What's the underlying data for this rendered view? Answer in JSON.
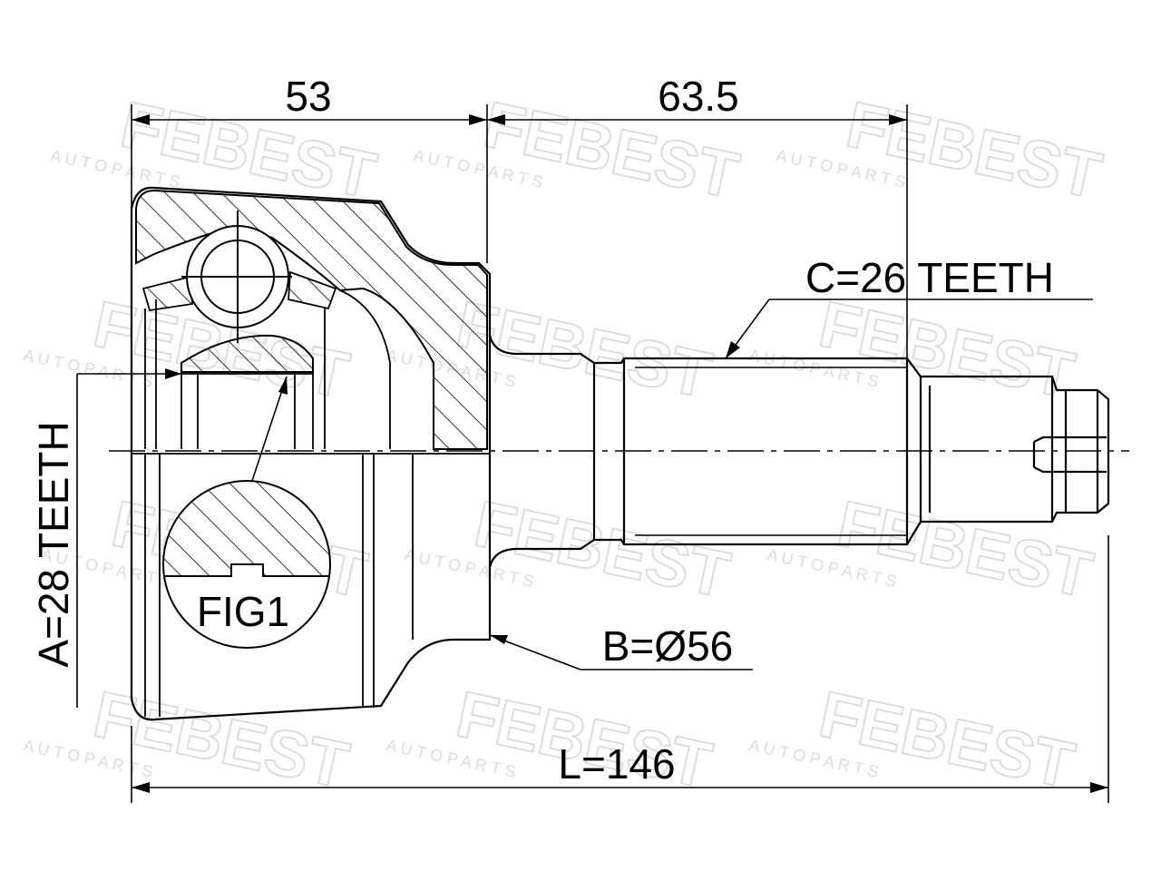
{
  "dimensions": {
    "width_53": "53",
    "length_63_5": "63.5",
    "outer_teeth": "C=26 TEETH",
    "inner_teeth": "A=28 TEETH",
    "diameter": "B=Ø56",
    "total_length": "L=146"
  },
  "labels": {
    "fig": "FIG1"
  },
  "watermark": {
    "brand": "FEBEST",
    "sub": "A U T O   P A R T S",
    "color": "#d9d9d9"
  },
  "colors": {
    "line": "#000000",
    "background": "#ffffff"
  }
}
